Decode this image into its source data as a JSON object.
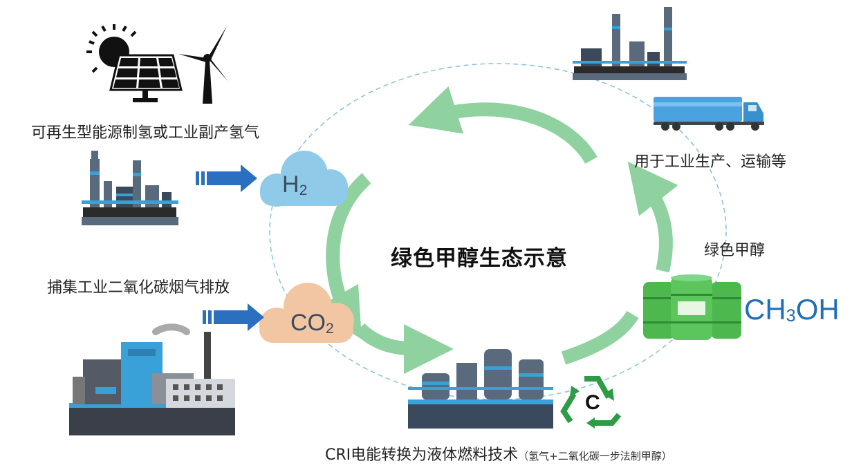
{
  "title": "绿色甲醇生态示意",
  "sources": {
    "renewable_label": "可再生型能源制氢或工业副产氢气",
    "capture_label": "捕集工业二氧化碳烟气排放"
  },
  "molecules": {
    "h2": {
      "base": "H",
      "sub": "2"
    },
    "co2": {
      "base": "CO",
      "sub": "2"
    },
    "methanol": {
      "pre": "CH",
      "sub": "3",
      "post": "OH"
    }
  },
  "outputs": {
    "green_methanol_label": "绿色甲醇",
    "usage_label": "用于工业生产、运输等"
  },
  "technology": {
    "label": "CRI电能转换为液体燃料技术",
    "note": "（氢气+二氧化碳一步法制甲醇）",
    "recycle_letter": "C"
  },
  "colors": {
    "arrow_green": "#7cc98f",
    "dashed_circle": "#8cc6d6",
    "h2_cloud": "#8fcbe9",
    "co2_cloud": "#f2c6a3",
    "blue_arrow": "#2a6fc0",
    "formula_blue": "#1f6fb5",
    "recycle_green": "#2e9b45",
    "barrel_green": "#4cb84e"
  },
  "icons": [
    "sun-icon",
    "solar-panel-icon",
    "wind-turbine-icon",
    "refinery-icon",
    "factory-icon",
    "truck-icon",
    "barrel-icon",
    "recycle-icon"
  ]
}
